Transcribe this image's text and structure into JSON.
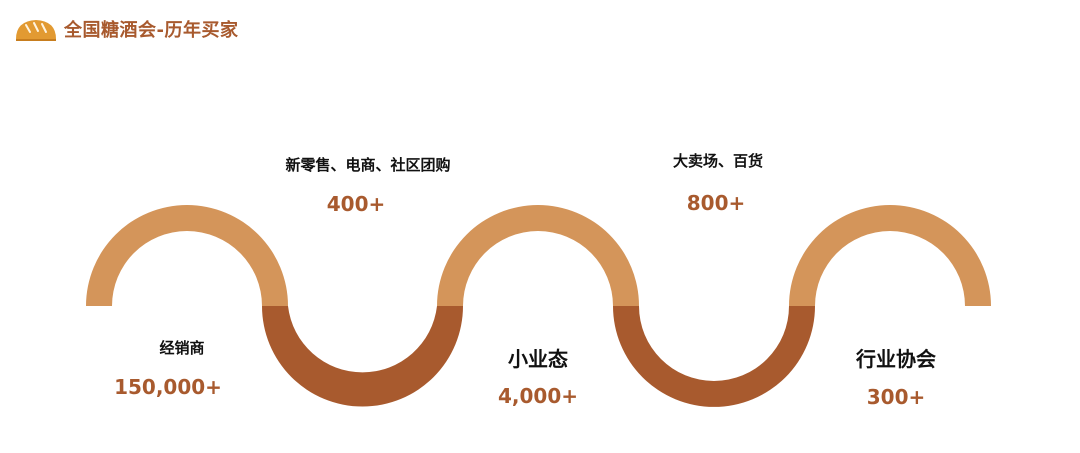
{
  "header": {
    "title": "全国糖酒会-历年买家"
  },
  "colors": {
    "light": "#d4955a",
    "dark": "#a85a2e",
    "title": "#a85a2e",
    "text": "#111111"
  },
  "segments": [
    {
      "name": "经销商",
      "count": "150,000+"
    },
    {
      "name": "新零售、电商、社区团购",
      "count": "400+"
    },
    {
      "name": "小业态",
      "count": "4,000+"
    },
    {
      "name": "大卖场、百货",
      "count": "800+"
    },
    {
      "name": "行业协会",
      "count": "300+"
    }
  ]
}
